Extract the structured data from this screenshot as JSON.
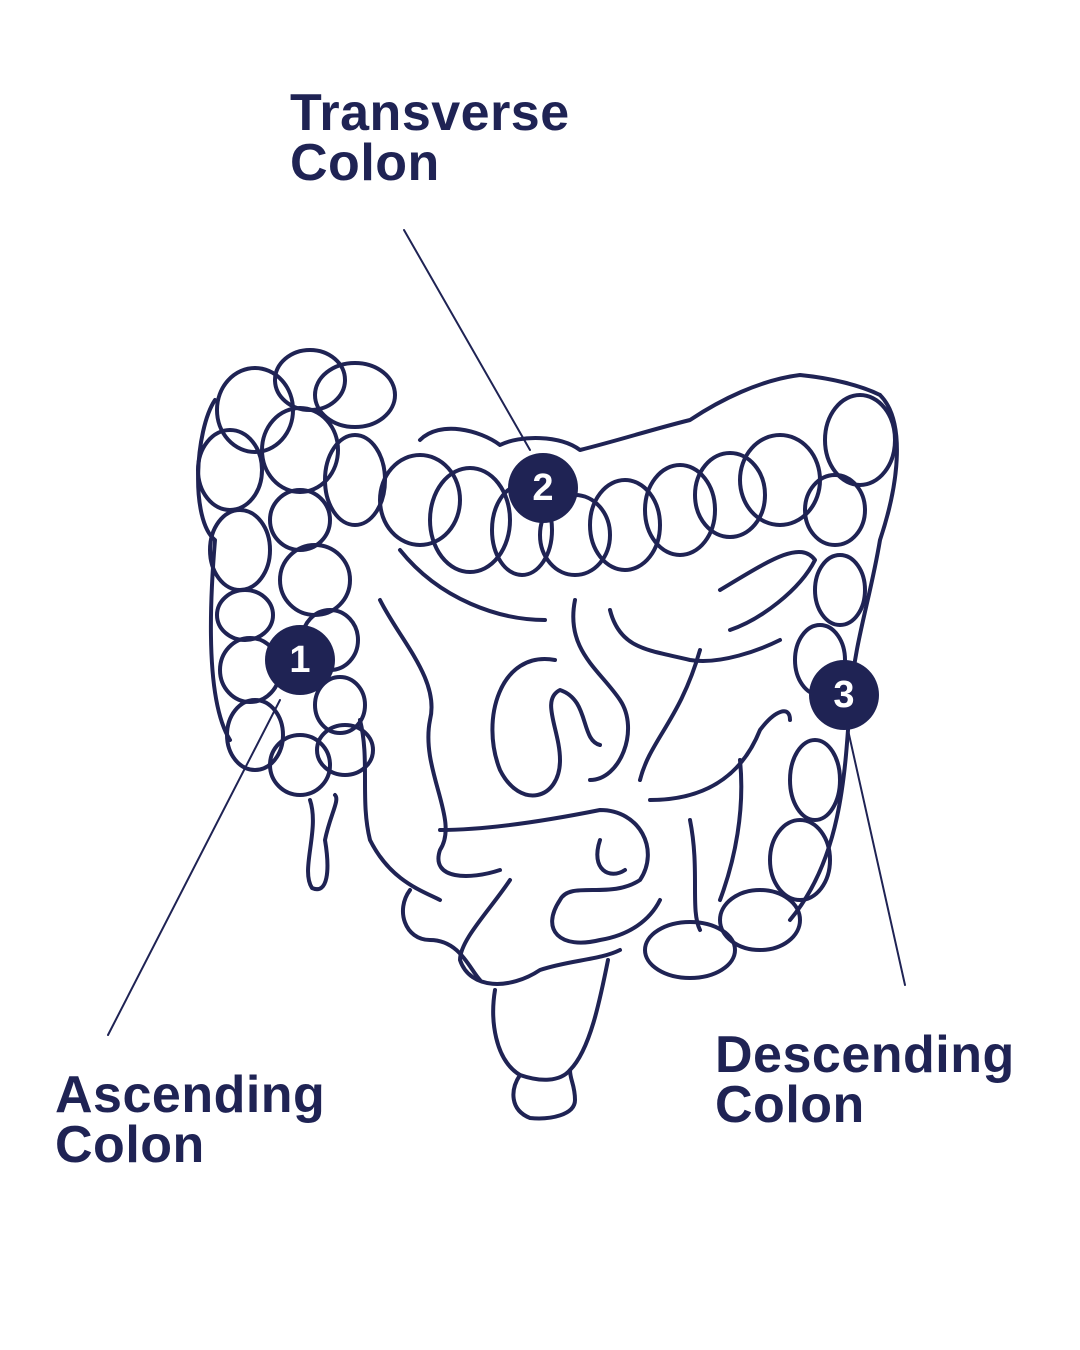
{
  "colors": {
    "ink": "#1f2354",
    "background": "#ffffff"
  },
  "labels": {
    "transverse": {
      "line1": "Transverse",
      "line2": "Colon",
      "marker": "2"
    },
    "ascending": {
      "line1": "Ascending",
      "line2": "Colon",
      "marker": "1"
    },
    "descending": {
      "line1": "Descending",
      "line2": "Colon",
      "marker": "3"
    }
  }
}
